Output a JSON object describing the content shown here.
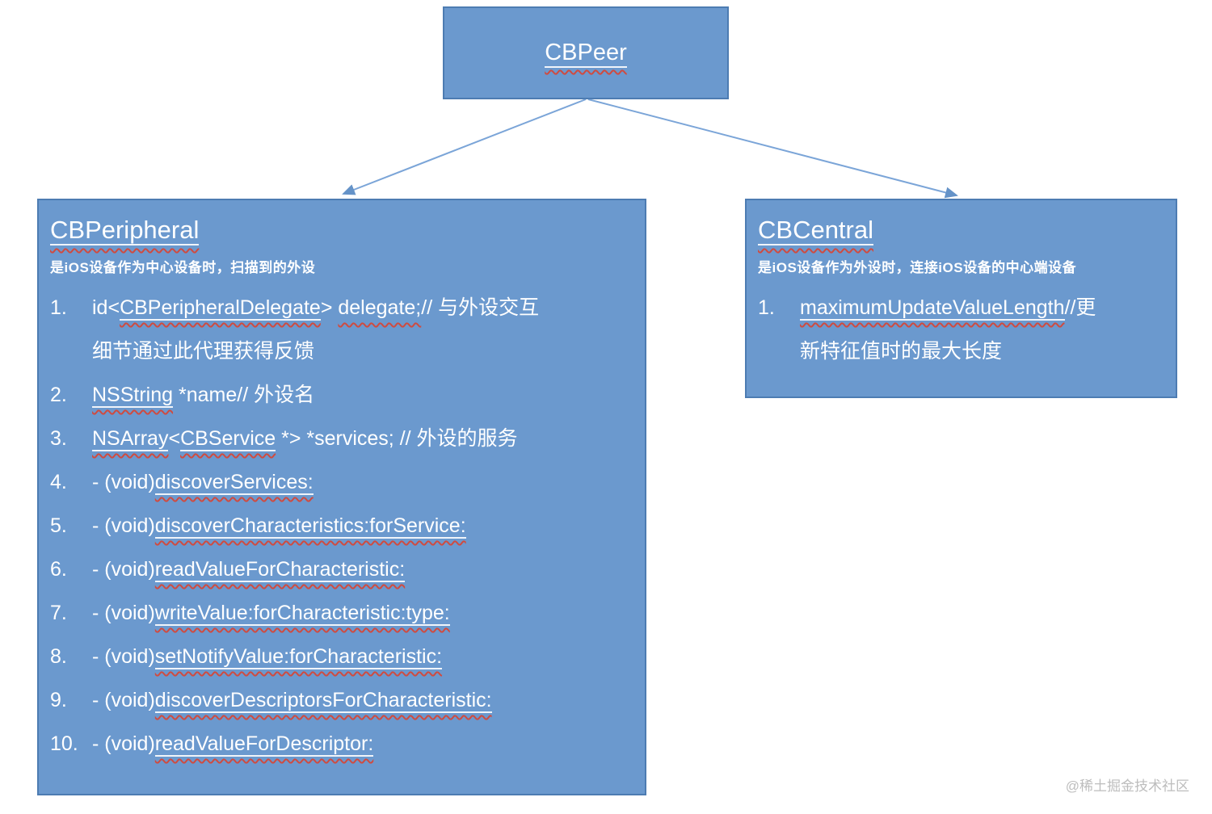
{
  "colors": {
    "box_fill": "#6b99ce",
    "box_border": "#4d7cb2",
    "connector": "#7ba5d8",
    "arrowhead": "#6593c8",
    "text": "#ffffff",
    "underline": "#f0f4fa",
    "squiggle": "#cf4b40",
    "watermark": "#bdbdbd"
  },
  "root_box": {
    "title": "CBPeer"
  },
  "left_box": {
    "title": "CBPeripheral",
    "subtitle": "是iOS设备作为中心设备时，扫描到的外设",
    "items": [
      {
        "num": "1.",
        "segs": [
          {
            "t": "id<"
          },
          {
            "t": "CBPeripheralDelegate",
            "d": "ul"
          },
          {
            "t": "> "
          },
          {
            "t": "delegate;",
            "d": "wv"
          },
          {
            "t": "// 与外设交互"
          },
          {
            "br": true
          },
          {
            "t": "细节通过此代理获得反馈"
          }
        ]
      },
      {
        "num": "2.",
        "segs": [
          {
            "t": "NSString",
            "d": "ul"
          },
          {
            "t": " *name// 外设名"
          }
        ]
      },
      {
        "num": "3.",
        "segs": [
          {
            "t": "NSArray",
            "d": "ul"
          },
          {
            "t": "<"
          },
          {
            "t": "CBService",
            "d": "ul"
          },
          {
            "t": " *> *services; // 外设的服务"
          }
        ]
      },
      {
        "num": "4.",
        "segs": [
          {
            "t": "- (void)"
          },
          {
            "t": "discoverServices:",
            "d": "ul"
          }
        ]
      },
      {
        "num": "5.",
        "segs": [
          {
            "t": "- (void)"
          },
          {
            "t": "discoverCharacteristics:forService:",
            "d": "ul"
          }
        ]
      },
      {
        "num": "6.",
        "segs": [
          {
            "t": "- (void)"
          },
          {
            "t": "readValueForCharacteristic:",
            "d": "ul"
          }
        ]
      },
      {
        "num": "7.",
        "segs": [
          {
            "t": "- (void)"
          },
          {
            "t": "writeValue:forCharacteristic:type:",
            "d": "ul"
          }
        ]
      },
      {
        "num": "8.",
        "segs": [
          {
            "t": "- (void)"
          },
          {
            "t": "setNotifyValue:forCharacteristic:",
            "d": "ul"
          }
        ]
      },
      {
        "num": "9.",
        "segs": [
          {
            "t": "- (void)"
          },
          {
            "t": "discoverDescriptorsForCharacteristic:",
            "d": "ul"
          }
        ]
      },
      {
        "num": "10.",
        "segs": [
          {
            "t": "- (void)"
          },
          {
            "t": "readValueForDescriptor:",
            "d": "ul"
          }
        ]
      }
    ]
  },
  "right_box": {
    "title": "CBCentral",
    "subtitle": "是iOS设备作为外设时，连接iOS设备的中心端设备",
    "items": [
      {
        "num": "1.",
        "segs": [
          {
            "t": "maximumUpdateValueLength",
            "d": "ul"
          },
          {
            "t": "//更"
          },
          {
            "br": true
          },
          {
            "t": "新特征值时的最大长度"
          }
        ]
      }
    ]
  },
  "watermark": "@稀土掘金技术社区"
}
